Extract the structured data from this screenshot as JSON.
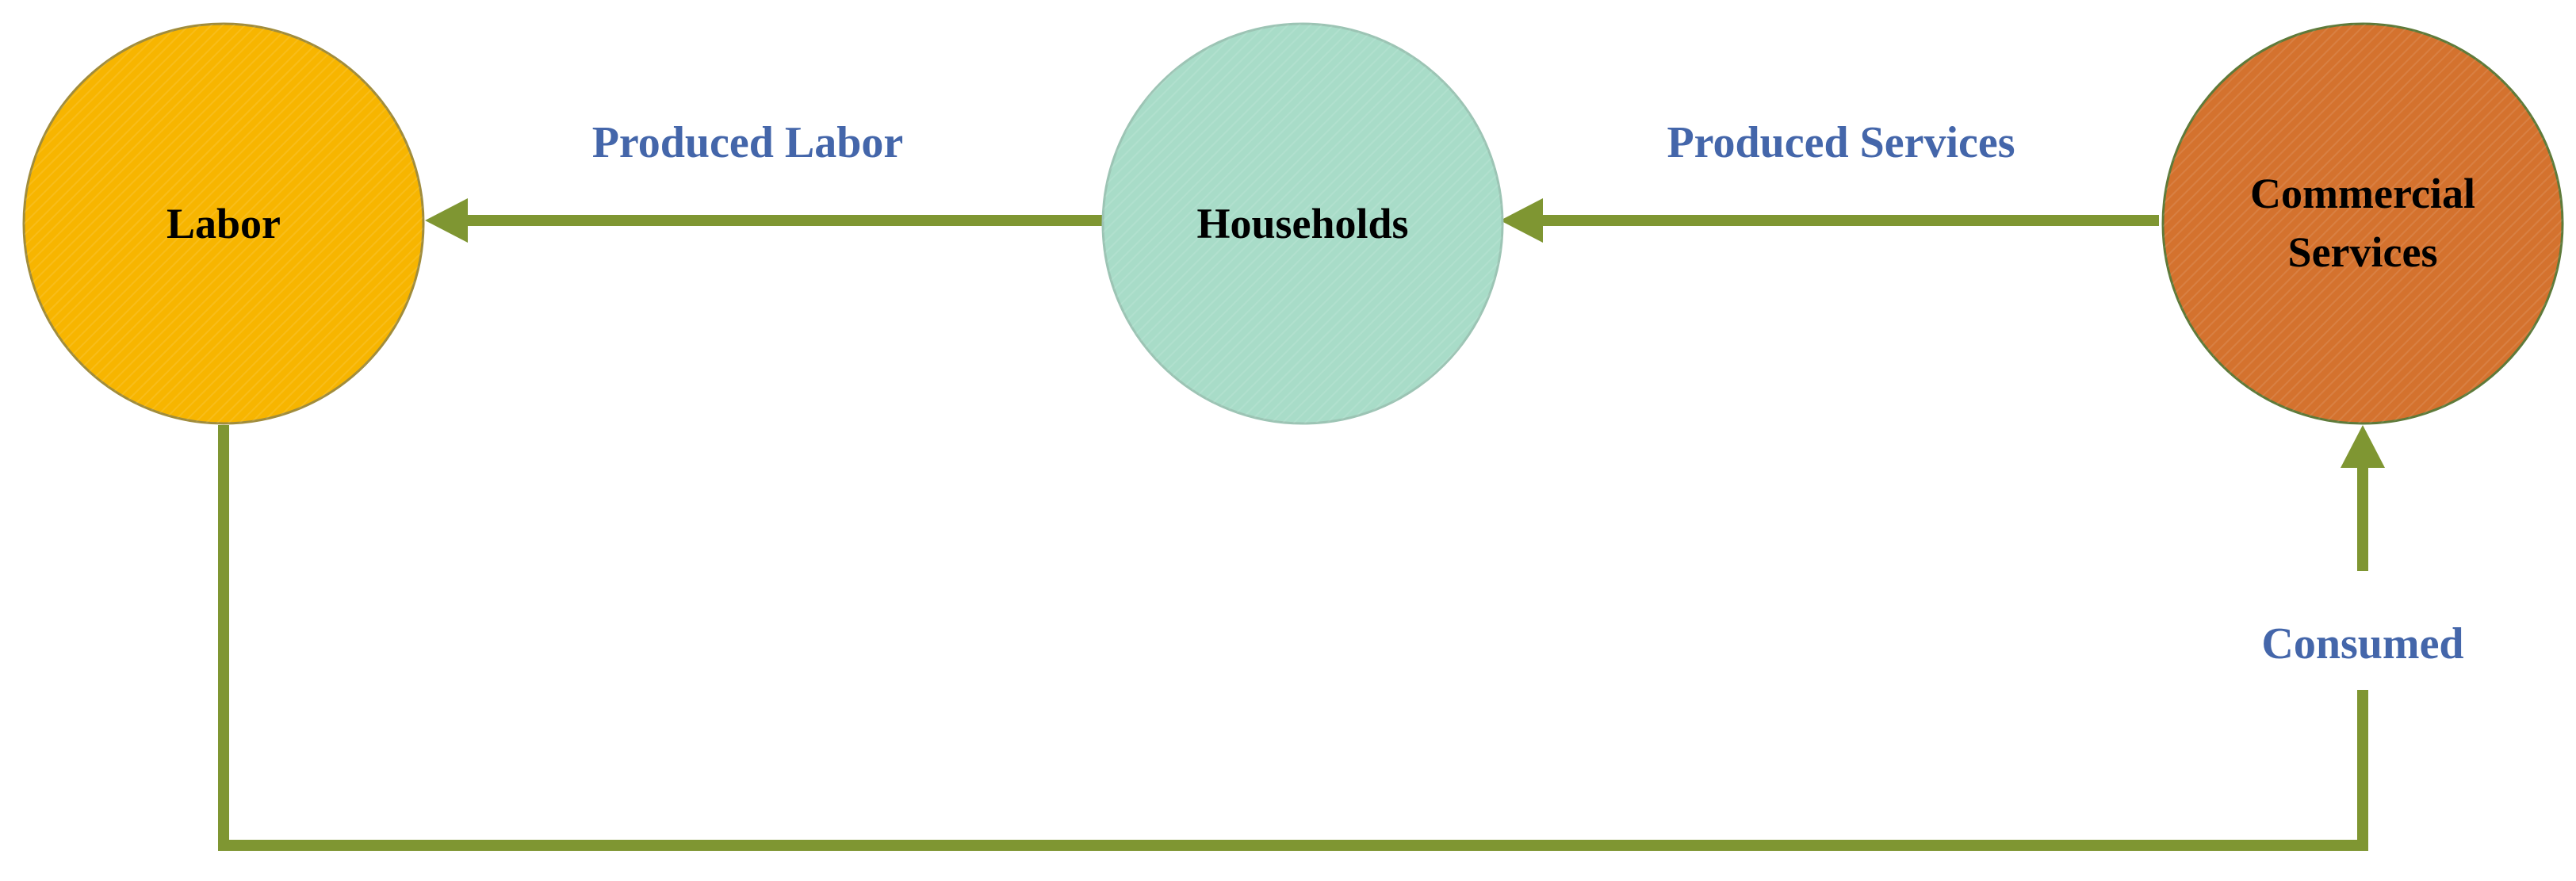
{
  "colors": {
    "labor": "#F7B500",
    "households": "#A8DCC8",
    "commercial_services": "#D4722E",
    "arrow": "#7F9632",
    "edge_label": "#4466AA"
  },
  "nodes": {
    "labor": {
      "label": "Labor"
    },
    "households": {
      "label": "Households"
    },
    "commercial_services": {
      "label_line1": "Commercial",
      "label_line2": "Services"
    }
  },
  "edges": {
    "produced_labor": {
      "label": "Produced Labor"
    },
    "produced_services": {
      "label": "Produced Services"
    },
    "consumed": {
      "label": "Consumed"
    }
  }
}
